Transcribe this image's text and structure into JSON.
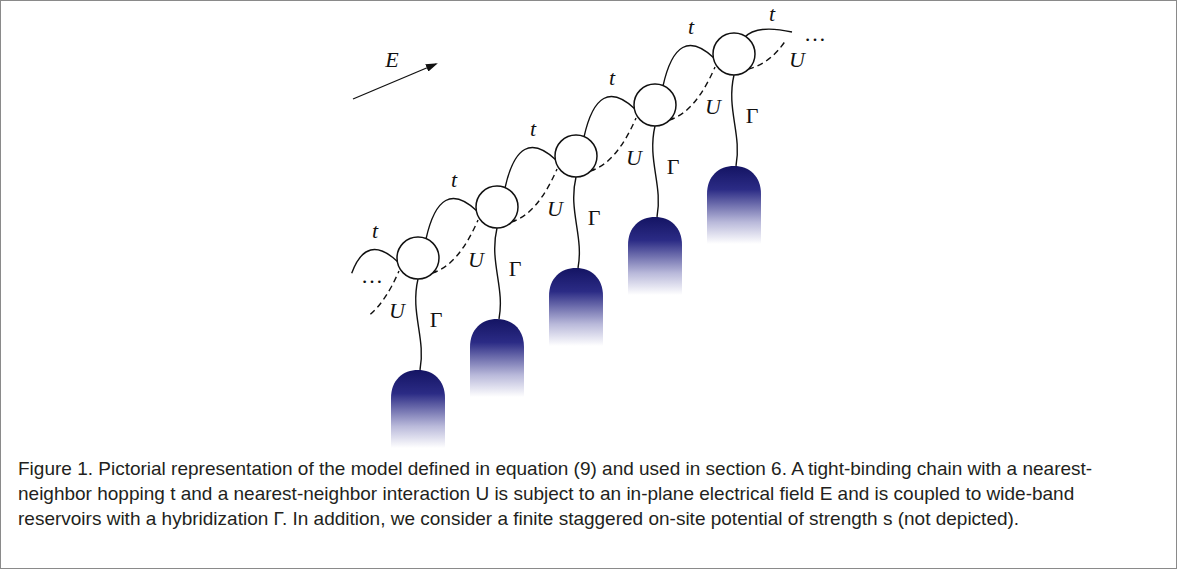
{
  "diagram": {
    "caption": "Figure 1. Pictorial representation of the model defined in equation (9) and used in section 6. A tight-binding chain with a nearest-neighbor hopping t and a nearest-neighbor interaction U is subject to an in-plane electrical field E and is coupled to wide-band reservoirs with a hybridization Γ. In addition, we consider a finite staggered on-site potential of strength s (not depicted).",
    "labels": [
      "E",
      "t",
      "t",
      "t",
      "t",
      "t",
      "t",
      "…",
      "…",
      "U",
      "U",
      "U",
      "U",
      "U",
      "U",
      "Γ",
      "Γ",
      "Γ",
      "Γ",
      "Γ"
    ]
  }
}
